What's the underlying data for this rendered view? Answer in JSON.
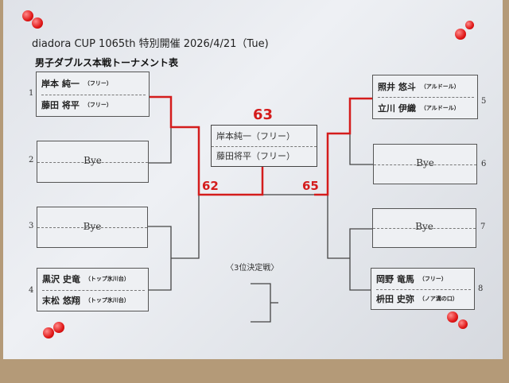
{
  "header": {
    "title": "diadora CUP 1065th 特別開催 2026/4/21（Tue)",
    "subtitle": "男子ダブルス本戦トーナメント表"
  },
  "left_bracket": [
    {
      "seed": "1",
      "players": [
        {
          "name": "岸本 純一",
          "aff": "（フリー）"
        },
        {
          "name": "藤田 将平",
          "aff": "（フリー）"
        }
      ]
    },
    {
      "seed": "2",
      "bye": "Bye"
    },
    {
      "seed": "3",
      "bye": "Bye"
    },
    {
      "seed": "4",
      "players": [
        {
          "name": "黒沢 史竜",
          "aff": "（トップ氷川台）"
        },
        {
          "name": "末松 悠翔",
          "aff": "（トップ氷川台）"
        }
      ]
    }
  ],
  "right_bracket": [
    {
      "seed": "5",
      "players": [
        {
          "name": "照井 悠斗",
          "aff": "（アルドール）"
        },
        {
          "name": "立川 伊織",
          "aff": "（アルドール）"
        }
      ]
    },
    {
      "seed": "6",
      "bye": "Bye"
    },
    {
      "seed": "7",
      "bye": "Bye"
    },
    {
      "seed": "8",
      "players": [
        {
          "name": "岡野 竜馬",
          "aff": "（フリー）"
        },
        {
          "name": "枡田 史弥",
          "aff": "（ノア溝の口）"
        }
      ]
    }
  ],
  "winner": {
    "players": [
      "岸本純一（フリー）",
      "藤田将平（フリー）"
    ]
  },
  "scores": {
    "final": "63",
    "left_semi": "62",
    "right_semi": "65"
  },
  "third_place_label": "〈3位決定戦〉",
  "colors": {
    "ink_red": "#d41c1c",
    "pin_red": "#e01818"
  }
}
